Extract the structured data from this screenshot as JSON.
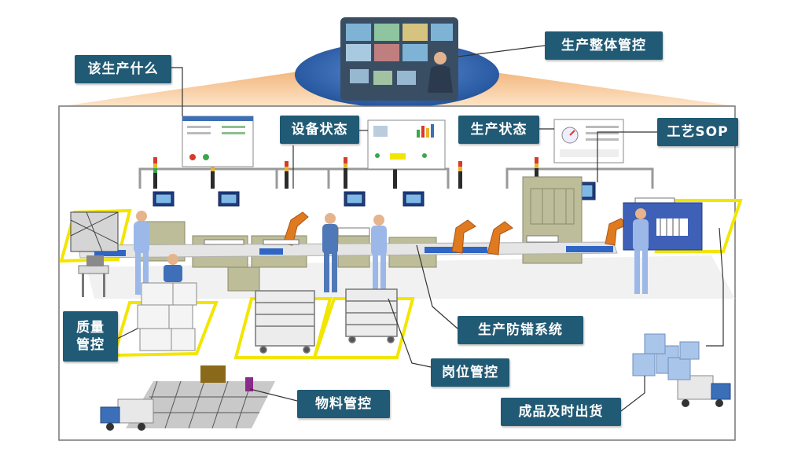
{
  "callouts": {
    "overall_control": "生产整体管控",
    "what_to_produce": "该生产什么",
    "equipment_status": "设备状态",
    "production_status": "生产状态",
    "process_sop": "工艺SOP",
    "quality_control_line1": "质量",
    "quality_control_line2": "管控",
    "error_proofing": "生产防错系统",
    "post_control": "岗位管控",
    "material_control": "物料管控",
    "finished_goods_delivery": "成品及时出货"
  },
  "colors": {
    "callout_bg": "#215a74",
    "platform_orange": "#f6c48c",
    "yellow_zone": "#f2e600",
    "conveyor_blue": "#2f66c4",
    "worker_blue": "#9bb8e8",
    "robot_orange": "#e07a1f",
    "machine_khaki": "#bdbd9a",
    "control_room_ellipse": "#2d5fa8"
  },
  "icons": [
    "control-room-icon",
    "monitor-icon",
    "signal-tower-icon",
    "robot-arm-icon",
    "worker-icon",
    "cart-icon",
    "truck-icon",
    "warehouse-icon",
    "pallet-icon"
  ]
}
